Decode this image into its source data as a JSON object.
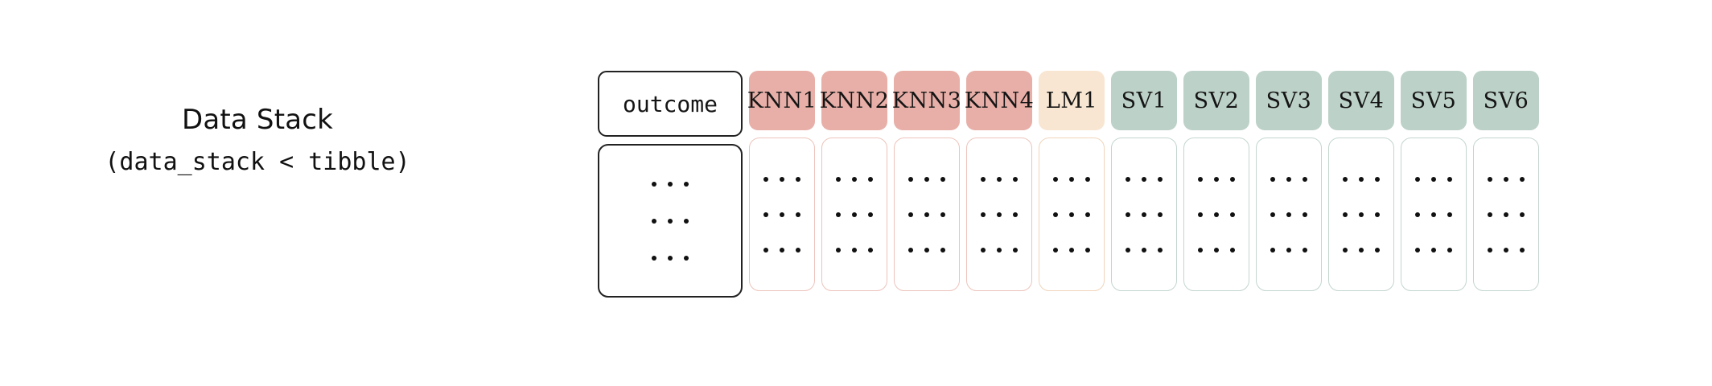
{
  "caption": {
    "title": "Data Stack",
    "subtitle": "(data_stack < tibble)"
  },
  "palette": {
    "outcome_header_bg": "#ffffff",
    "outcome_border": "#222222",
    "knn_header_bg": "#e8afa8",
    "knn_body_border": "#edc3bc",
    "lm_header_bg": "#f8e6d2",
    "lm_body_border": "#f0d5bb",
    "sv_header_bg": "#bcd1c8",
    "sv_body_border": "#c3d6ce",
    "text": "#151515",
    "page_bg": "#ffffff"
  },
  "table": {
    "ellipsis": "...",
    "row_count": 3,
    "columns": [
      {
        "label": "outcome",
        "kind": "outcome",
        "header_bg": "#ffffff",
        "body_border": "#222222"
      },
      {
        "label": "KNN1",
        "kind": "knn",
        "header_bg": "#e8afa8",
        "body_border": "#edc3bc"
      },
      {
        "label": "KNN2",
        "kind": "knn",
        "header_bg": "#e8afa8",
        "body_border": "#edc3bc"
      },
      {
        "label": "KNN3",
        "kind": "knn",
        "header_bg": "#e8afa8",
        "body_border": "#edc3bc"
      },
      {
        "label": "KNN4",
        "kind": "knn",
        "header_bg": "#e8afa8",
        "body_border": "#edc3bc"
      },
      {
        "label": "LM1",
        "kind": "lm",
        "header_bg": "#f8e6d2",
        "body_border": "#f0d5bb"
      },
      {
        "label": "SV1",
        "kind": "sv",
        "header_bg": "#bcd1c8",
        "body_border": "#c3d6ce"
      },
      {
        "label": "SV2",
        "kind": "sv",
        "header_bg": "#bcd1c8",
        "body_border": "#c3d6ce"
      },
      {
        "label": "SV3",
        "kind": "sv",
        "header_bg": "#bcd1c8",
        "body_border": "#c3d6ce"
      },
      {
        "label": "SV4",
        "kind": "sv",
        "header_bg": "#bcd1c8",
        "body_border": "#c3d6ce"
      },
      {
        "label": "SV5",
        "kind": "sv",
        "header_bg": "#bcd1c8",
        "body_border": "#c3d6ce"
      },
      {
        "label": "SV6",
        "kind": "sv",
        "header_bg": "#bcd1c8",
        "body_border": "#c3d6ce"
      }
    ]
  }
}
